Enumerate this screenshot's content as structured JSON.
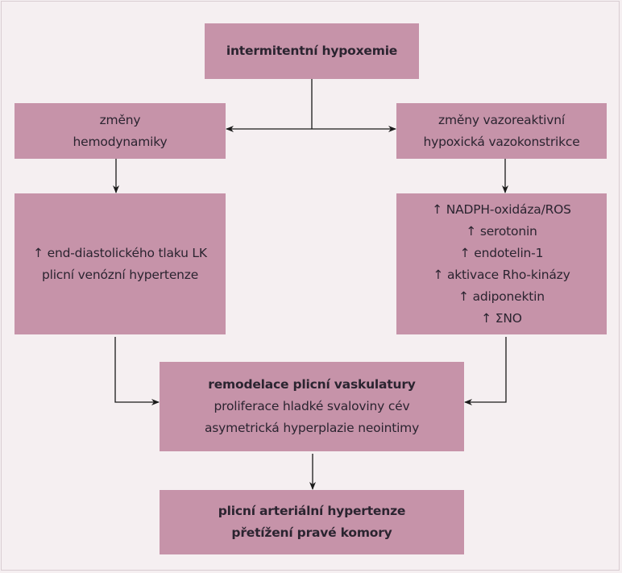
{
  "diagram": {
    "colors": {
      "background": "#f5eff1",
      "box_fill": "#c693a9",
      "text": "#2b2430",
      "connector": "#1a1a1a"
    },
    "nodes": {
      "top": {
        "lines": [
          "intermitentní hypoxemie"
        ],
        "bold": true
      },
      "hemodynamics": {
        "lines": [
          "změny",
          "hemodynamiky"
        ]
      },
      "vasoreactive": {
        "lines": [
          "změny vazoreaktivní",
          "hypoxická vazokonstrikce"
        ]
      },
      "lv_pressure": {
        "lines": [
          "↑ end-diastolického tlaku LK",
          "plicní venózní hypertenze"
        ]
      },
      "mediators": {
        "lines": [
          "↑ NADPH-oxidáza/ROS",
          "↑ serotonin",
          "↑ endotelin-1",
          "↑ aktivace Rho-kinázy",
          "↑ adiponektin",
          "↑ ΣNO"
        ]
      },
      "remodeling": {
        "title": "remodelace plicní vaskulatury",
        "lines": [
          "proliferace hladké svaloviny cév",
          "asymetrická hyperplazie neointimy"
        ]
      },
      "outcome": {
        "lines": [
          "plicní arteriální hypertenze",
          "přetížení pravé komory"
        ],
        "bold": true
      }
    },
    "edges": [
      {
        "from": "top",
        "to": "hemodynamics"
      },
      {
        "from": "top",
        "to": "vasoreactive"
      },
      {
        "from": "hemodynamics",
        "to": "lv_pressure"
      },
      {
        "from": "vasoreactive",
        "to": "mediators"
      },
      {
        "from": "lv_pressure",
        "to": "remodeling"
      },
      {
        "from": "mediators",
        "to": "remodeling"
      },
      {
        "from": "remodeling",
        "to": "outcome"
      }
    ]
  }
}
